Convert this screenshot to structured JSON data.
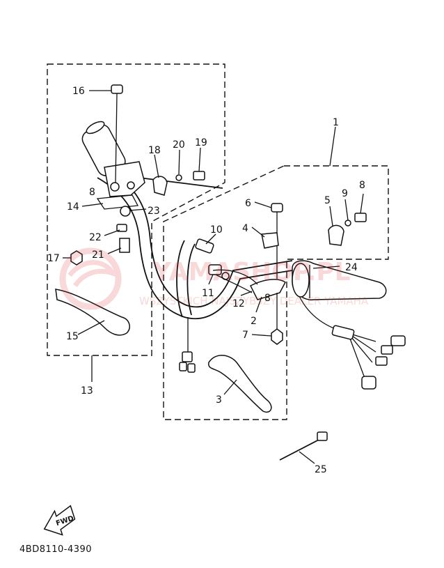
{
  "diagram": {
    "callouts": [
      {
        "id": "1",
        "text": "1"
      },
      {
        "id": "2",
        "text": "2"
      },
      {
        "id": "3",
        "text": "3"
      },
      {
        "id": "4",
        "text": "4"
      },
      {
        "id": "5",
        "text": "5"
      },
      {
        "id": "6",
        "text": "6"
      },
      {
        "id": "7",
        "text": "7"
      },
      {
        "id": "8a",
        "text": "8"
      },
      {
        "id": "8b",
        "text": "8"
      },
      {
        "id": "8c",
        "text": "8"
      },
      {
        "id": "9",
        "text": "9"
      },
      {
        "id": "10",
        "text": "10"
      },
      {
        "id": "11",
        "text": "11"
      },
      {
        "id": "12",
        "text": "12"
      },
      {
        "id": "13",
        "text": "13"
      },
      {
        "id": "14",
        "text": "14"
      },
      {
        "id": "15",
        "text": "15"
      },
      {
        "id": "16",
        "text": "16"
      },
      {
        "id": "17",
        "text": "17"
      },
      {
        "id": "18",
        "text": "18"
      },
      {
        "id": "19",
        "text": "19"
      },
      {
        "id": "20",
        "text": "20"
      },
      {
        "id": "21",
        "text": "21"
      },
      {
        "id": "22",
        "text": "22"
      },
      {
        "id": "23",
        "text": "23"
      },
      {
        "id": "24",
        "text": "24"
      },
      {
        "id": "25",
        "text": "25"
      }
    ],
    "direction_arrow": "FWD",
    "drawing_code": "4BD8110-4390",
    "watermark": {
      "brand": "YAMASHOP.PL",
      "tagline": "WSZYSTKICH NAJSZYBSZY DEALER YAMAHA"
    },
    "colors": {
      "line": "#111111",
      "watermark": "#d92b2b",
      "background": "#ffffff"
    }
  }
}
